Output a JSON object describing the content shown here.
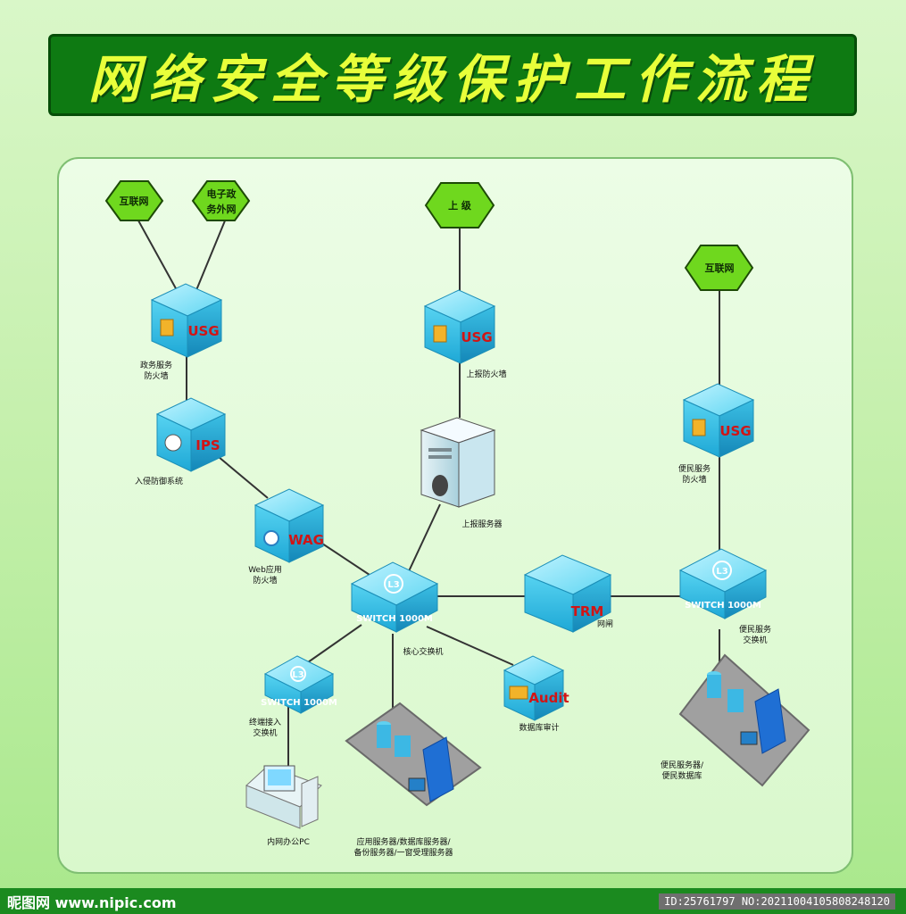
{
  "title": "网络安全等级保护工作流程",
  "footer": {
    "watermark": "昵图网 www.nipic.com",
    "id_text": "ID:25761797 NO:20211004105808248120"
  },
  "hexagons": {
    "internet_left": "互联网",
    "egov_line1": "电子政",
    "egov_line2": "务外网",
    "superior": "上 级",
    "internet_right": "互联网"
  },
  "devices": {
    "usg_gov": {
      "tag": "USG",
      "label_line1": "政务服务",
      "label_line2": "防火墙"
    },
    "ips": {
      "tag": "IPS",
      "label": "入侵防御系统"
    },
    "wag": {
      "tag": "WAG",
      "label_line1": "Web应用",
      "label_line2": "防火墙"
    },
    "usg_report": {
      "tag": "USG",
      "label": "上报防火墙"
    },
    "report_server": {
      "label": "上报服务器"
    },
    "core_switch": {
      "tag_l3": "L3",
      "tag_line": "SWITCH 1000M",
      "label": "核心交换机"
    },
    "trm": {
      "tag": "TRM",
      "label": "网闸"
    },
    "usg_citizen": {
      "tag": "USG",
      "label_line1": "便民服务",
      "label_line2": "防火墙"
    },
    "citizen_switch": {
      "tag_l3": "L3",
      "tag_line": "SWITCH 1000M",
      "label_line1": "便民服务",
      "label_line2": "交换机"
    },
    "access_switch": {
      "tag_l3": "L3",
      "tag_line": "SWITCH 1000M",
      "label_line1": "终端接入",
      "label_line2": "交换机"
    },
    "audit": {
      "tag": "Audit",
      "label": "数据库审计"
    },
    "app_servers": {
      "label_line1": "应用服务器/数据库服务器/",
      "label_line2": "备份服务器/一窗受理服务器"
    },
    "citizen_servers": {
      "label_line1": "便民服务器/",
      "label_line2": "便民数据库"
    },
    "office_pc": {
      "label": "内网办公PC"
    }
  },
  "colors": {
    "title_bg": "#0e7a12",
    "title_text": "#e8ff3a",
    "hex_fill": "#6fd81e",
    "device_cyan": "#35c8ec",
    "device_tag_red": "#d21414"
  }
}
